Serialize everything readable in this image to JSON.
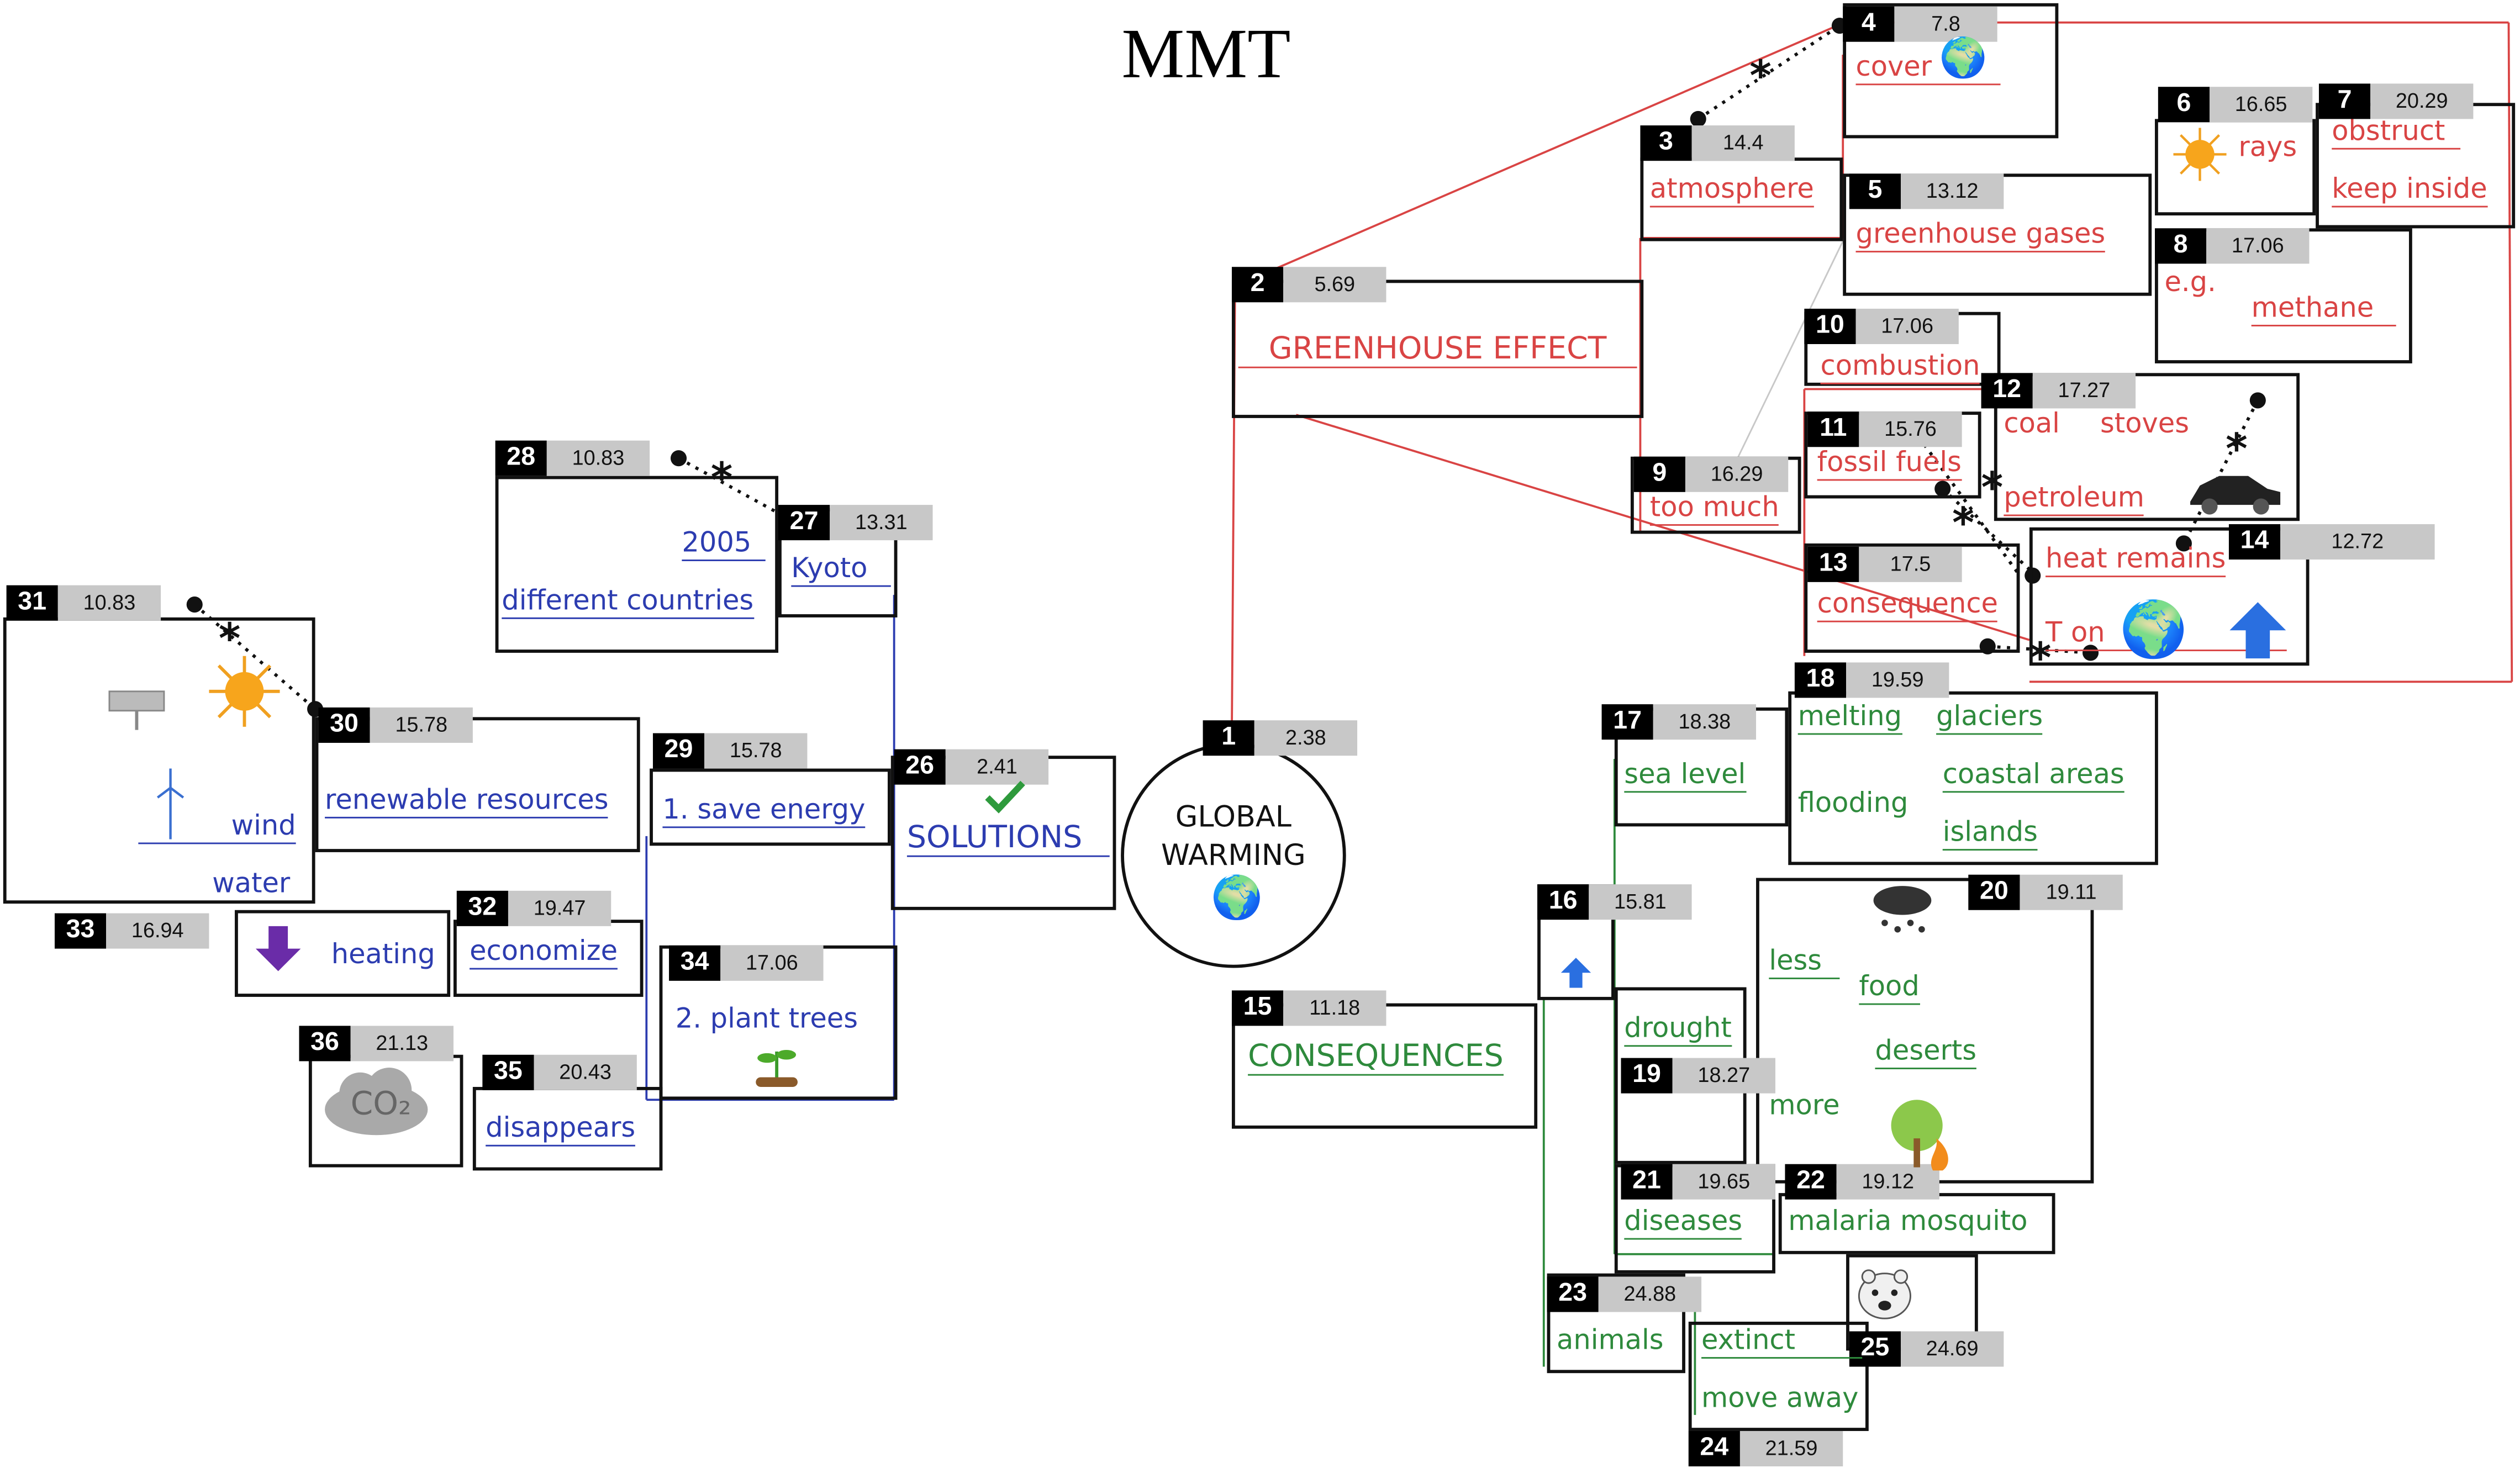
{
  "title": "MMT",
  "center": {
    "line1": "GLOBAL",
    "line2": "WARMING"
  },
  "tags": {
    "t1": {
      "n": "1",
      "t": "2.38"
    },
    "t2": {
      "n": "2",
      "t": "5.69"
    },
    "t3": {
      "n": "3",
      "t": "14.4"
    },
    "t4": {
      "n": "4",
      "t": "7.8"
    },
    "t5": {
      "n": "5",
      "t": "13.12"
    },
    "t6": {
      "n": "6",
      "t": "16.65"
    },
    "t7": {
      "n": "7",
      "t": "20.29"
    },
    "t8": {
      "n": "8",
      "t": "17.06"
    },
    "t9": {
      "n": "9",
      "t": "16.29"
    },
    "t10": {
      "n": "10",
      "t": "17.06"
    },
    "t11": {
      "n": "11",
      "t": "15.76"
    },
    "t12": {
      "n": "12",
      "t": "17.27"
    },
    "t13": {
      "n": "13",
      "t": "17.5"
    },
    "t14": {
      "n": "14",
      "t": "12.72"
    },
    "t15": {
      "n": "15",
      "t": "11.18"
    },
    "t16": {
      "n": "16",
      "t": "15.81"
    },
    "t17": {
      "n": "17",
      "t": "18.38"
    },
    "t18": {
      "n": "18",
      "t": "19.59"
    },
    "t19": {
      "n": "19",
      "t": "18.27"
    },
    "t20": {
      "n": "20",
      "t": "19.11"
    },
    "t21": {
      "n": "21",
      "t": "19.65"
    },
    "t22": {
      "n": "22",
      "t": "19.12"
    },
    "t23": {
      "n": "23",
      "t": "24.88"
    },
    "t24": {
      "n": "24",
      "t": "21.59"
    },
    "t25": {
      "n": "25",
      "t": "24.69"
    },
    "t26": {
      "n": "26",
      "t": "2.41"
    },
    "t27": {
      "n": "27",
      "t": "13.31"
    },
    "t28": {
      "n": "28",
      "t": "10.83"
    },
    "t29": {
      "n": "29",
      "t": "15.78"
    },
    "t30": {
      "n": "30",
      "t": "15.78"
    },
    "t31": {
      "n": "31",
      "t": "10.83"
    },
    "t32": {
      "n": "32",
      "t": "19.47"
    },
    "t33": {
      "n": "33",
      "t": "16.94"
    },
    "t34": {
      "n": "34",
      "t": "17.06"
    },
    "t35": {
      "n": "35",
      "t": "20.43"
    },
    "t36": {
      "n": "36",
      "t": "21.13"
    }
  },
  "words": {
    "greenhouse_effect": "GREENHOUSE EFFECT",
    "atmosphere": "atmosphere",
    "cover": "cover",
    "greenhouse_gases": "greenhouse gases",
    "rays": "rays",
    "obstruct": "obstruct",
    "keep_inside": "keep inside",
    "eg": "e.g.",
    "methane": "methane",
    "combustion": "combustion",
    "coal": "coal",
    "stoves": "stoves",
    "fossil_fuels": "fossil fuels",
    "petroleum": "petroleum",
    "too_much": "too much",
    "heat_remains": "heat remains",
    "consequence": "consequence",
    "t_on": "T on",
    "consequences": "CONSEQUENCES",
    "sea_level": "sea level",
    "melting": "melting",
    "glaciers": "glaciers",
    "flooding": "flooding",
    "coastal_areas": "coastal areas",
    "islands": "islands",
    "less": "less",
    "food": "food",
    "drought": "drought",
    "deserts": "deserts",
    "more": "more",
    "diseases": "diseases",
    "malaria_mosquito": "malaria mosquito",
    "animals": "animals",
    "extinct": "extinct",
    "move_away": "move away",
    "solutions": "SOLUTIONS",
    "kyoto": "Kyoto",
    "year_2005": "2005",
    "different_countries": "different countries",
    "save_energy": "1. save energy",
    "renewable_resources": "renewable resources",
    "wind": "wind",
    "water": "water",
    "heating": "heating",
    "economize": "economize",
    "plant_trees": "2. plant trees",
    "disappears": "disappears",
    "co2": "CO₂"
  },
  "colors": {
    "red": "#d94444",
    "blue": "#2c3cb0",
    "green": "#2e8a3c"
  },
  "icons": [
    "globe-icon",
    "sun-icon",
    "solar-panel-icon",
    "wind-turbine-icon",
    "arrow-down-icon",
    "arrow-up-icon",
    "checkmark-icon",
    "plant-sprout-icon",
    "cloud-co2-icon",
    "car-icon",
    "rain-cloud-icon",
    "tree-fire-icon",
    "polar-bear-icon"
  ]
}
